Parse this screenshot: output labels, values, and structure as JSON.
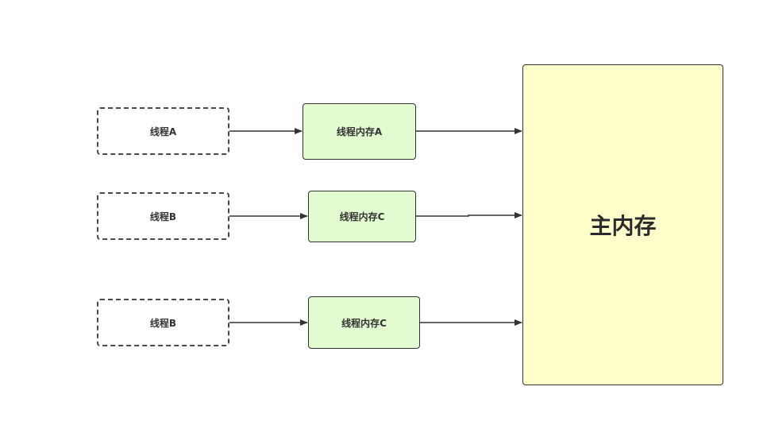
{
  "diagram": {
    "threads": [
      {
        "label": "线程A"
      },
      {
        "label": "线程B"
      },
      {
        "label": "线程B"
      }
    ],
    "thread_memories": [
      {
        "label": "线程内存A"
      },
      {
        "label": "线程内存C"
      },
      {
        "label": "线程内存C"
      }
    ],
    "main_memory": {
      "label": "主内存"
    },
    "colors": {
      "thread_memory_fill": "#e3fbd0",
      "main_memory_fill": "#ffffcc",
      "stroke": "#333333"
    }
  }
}
